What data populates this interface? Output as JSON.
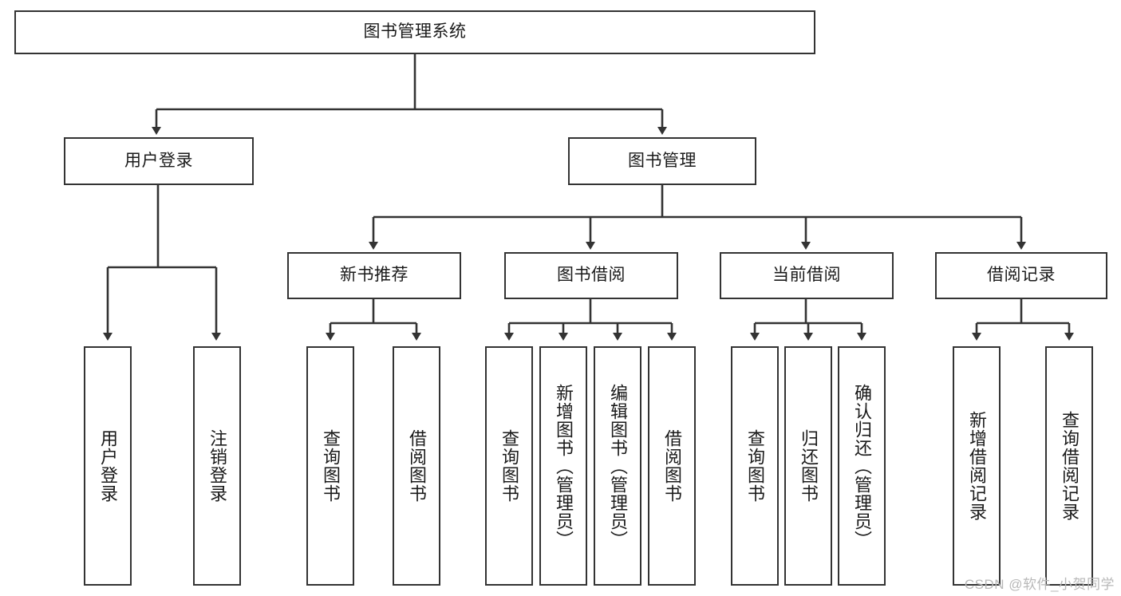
{
  "diagram": {
    "title": "图书管理系统",
    "type": "tree",
    "stroke_color": "#333333",
    "fill_color": "#ffffff",
    "background_color": "#ffffff",
    "watermark": "CSDN @软件_小贺同学",
    "nodes": {
      "root": {
        "label": "图书管理系统"
      },
      "level1": [
        {
          "label": "用户登录"
        },
        {
          "label": "图书管理"
        }
      ],
      "level2": [
        {
          "label": "新书推荐"
        },
        {
          "label": "图书借阅"
        },
        {
          "label": "当前借阅"
        },
        {
          "label": "借阅记录"
        }
      ],
      "leaves_user_login": [
        {
          "label": "用户登录"
        },
        {
          "label": "注销登录"
        }
      ],
      "leaves_new_book": [
        {
          "label": "查询图书"
        },
        {
          "label": "借阅图书"
        }
      ],
      "leaves_borrow": [
        {
          "label": "查询图书"
        },
        {
          "label": "新增图书（管理员）"
        },
        {
          "label": "编辑图书（管理员）"
        },
        {
          "label": "借阅图书"
        }
      ],
      "leaves_current": [
        {
          "label": "查询图书"
        },
        {
          "label": "归还图书"
        },
        {
          "label": "确认归还（管理员）"
        }
      ],
      "leaves_records": [
        {
          "label": "新增借阅记录"
        },
        {
          "label": "查询借阅记录"
        }
      ]
    }
  }
}
